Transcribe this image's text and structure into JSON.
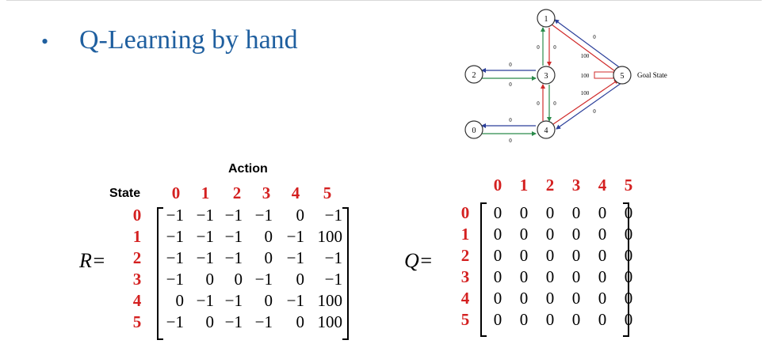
{
  "slide": {
    "bullet": "•",
    "title": "Q-Learning by hand"
  },
  "graph": {
    "nodes": [
      "0",
      "1",
      "2",
      "3",
      "4",
      "5"
    ],
    "goal_label": "Goal State",
    "edge_labels": {
      "e_1_5": "0",
      "e_5_1": "100",
      "e_1_3": "0",
      "e_3_1": "0",
      "e_2_3": "0",
      "e_3_2": "0",
      "e_3_5": "100",
      "e_3_4": "0",
      "e_4_3": "0",
      "e_0_4": "0",
      "e_4_0": "0",
      "e_4_5": "0",
      "e_5_4": "100"
    }
  },
  "r_matrix": {
    "label": "R=",
    "axis_title": "Action",
    "row_title": "State",
    "col_headers": [
      "0",
      "1",
      "2",
      "3",
      "4",
      "5"
    ],
    "row_headers": [
      "0",
      "1",
      "2",
      "3",
      "4",
      "5"
    ],
    "rows": [
      [
        "−1",
        "−1",
        "−1",
        "−1",
        "0",
        "−1"
      ],
      [
        "−1",
        "−1",
        "−1",
        "0",
        "−1",
        "100"
      ],
      [
        "−1",
        "−1",
        "−1",
        "0",
        "−1",
        "−1"
      ],
      [
        "−1",
        "0",
        "0",
        "−1",
        "0",
        "−1"
      ],
      [
        "0",
        "−1",
        "−1",
        "0",
        "−1",
        "100"
      ],
      [
        "−1",
        "0",
        "−1",
        "−1",
        "0",
        "100"
      ]
    ]
  },
  "q_matrix": {
    "label": "Q=",
    "col_headers": [
      "0",
      "1",
      "2",
      "3",
      "4",
      "5"
    ],
    "row_headers": [
      "0",
      "1",
      "2",
      "3",
      "4",
      "5"
    ],
    "rows": [
      [
        "0",
        "0",
        "0",
        "0",
        "0",
        "0"
      ],
      [
        "0",
        "0",
        "0",
        "0",
        "0",
        "0"
      ],
      [
        "0",
        "0",
        "0",
        "0",
        "0",
        "0"
      ],
      [
        "0",
        "0",
        "0",
        "0",
        "0",
        "0"
      ],
      [
        "0",
        "0",
        "0",
        "0",
        "0",
        "0"
      ],
      [
        "0",
        "0",
        "0",
        "0",
        "0",
        "0"
      ]
    ]
  }
}
